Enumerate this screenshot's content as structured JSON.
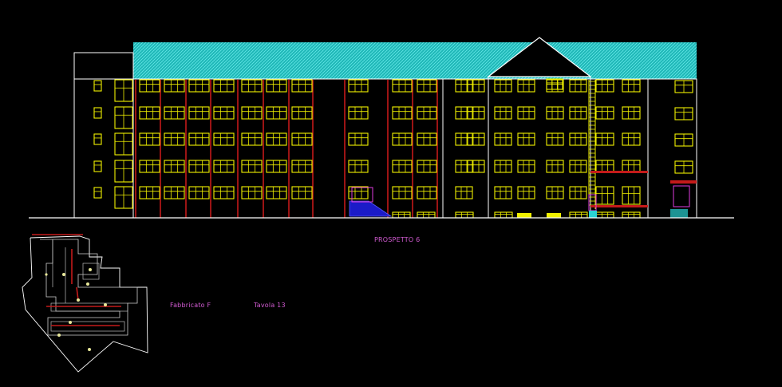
{
  "drawing": {
    "title": "PROSPETTO 6",
    "building_label": "Fabbricato F",
    "sheet_label": "Tavola 13"
  },
  "colors": {
    "background": "#000000",
    "outline": "#ffffff",
    "roof_hatch": "#2ad3d3",
    "windows": "#f2f200",
    "columns": "#c41a1a",
    "stairs": "#2a2ae0",
    "annotation": "#d25bd2",
    "accent_magenta": "#e03be0",
    "accent_cyan": "#2ad3d3",
    "plan_points": "#e8e89a"
  }
}
